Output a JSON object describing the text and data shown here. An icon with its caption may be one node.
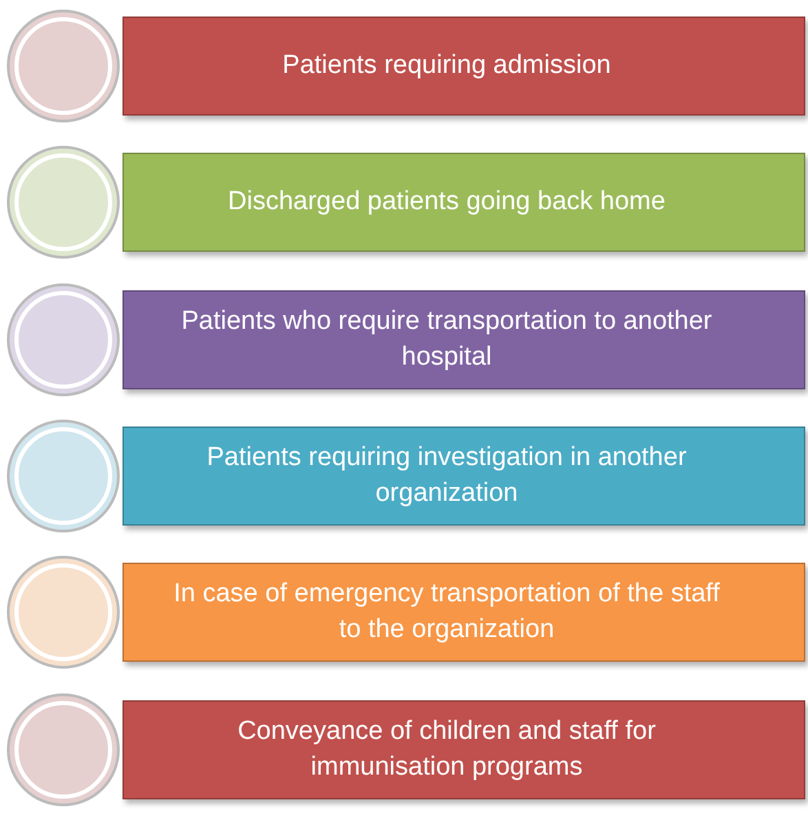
{
  "diagram": {
    "nodes": [
      {
        "text": [
          "Patients requiring admission"
        ]
      },
      {
        "text": [
          "Discharged patients going back home"
        ]
      },
      {
        "text": [
          "Patients who require transportation to another hospital"
        ]
      },
      {
        "text": [
          "Patients requiring investigation in another organization"
        ]
      },
      {
        "text": [
          "In case of emergency transportation of the staff to the organization"
        ]
      },
      {
        "text": [
          "Conveyance of children and staff for immunisation programs"
        ]
      }
    ]
  }
}
